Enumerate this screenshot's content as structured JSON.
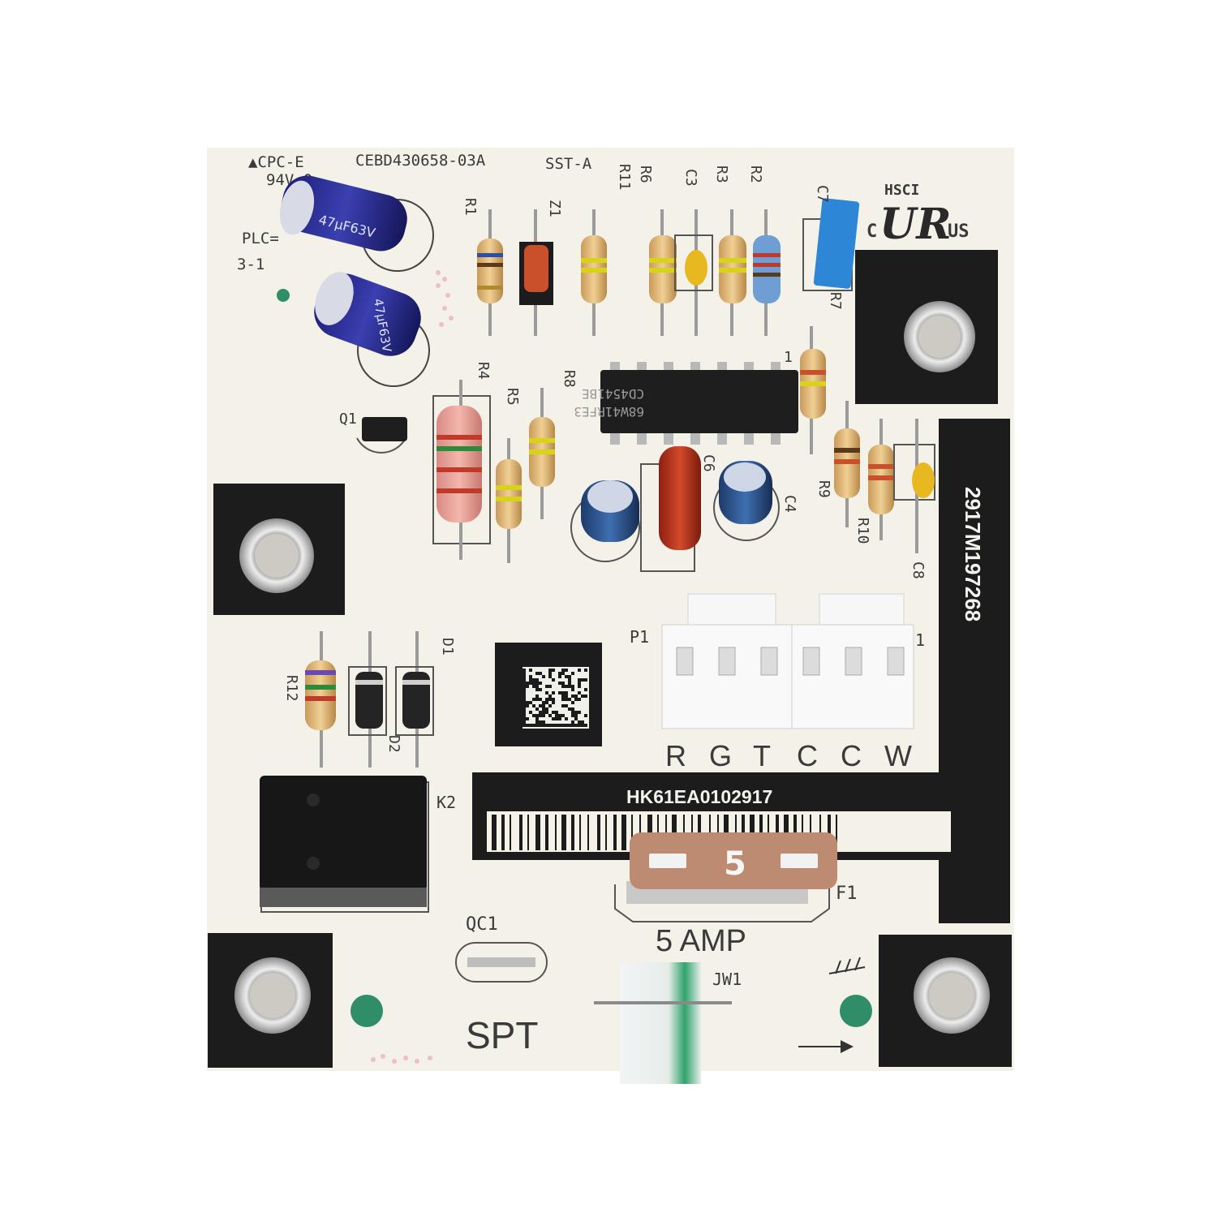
{
  "board": {
    "top_left": {
      "line1": "▲CPC-E",
      "line2": "94V-0",
      "line3": "PLC=",
      "line4": "3-1"
    },
    "part_number": "CEBD430658-03A",
    "sst": "SST-A",
    "cert": {
      "name": "HSCI",
      "c": "C",
      "us": "US"
    },
    "side_code": "2917M197268",
    "barcode_text": "HK61EA0102917",
    "terminals": [
      "R",
      "G",
      "T",
      "C",
      "C",
      "W"
    ],
    "fuse": {
      "value": "5",
      "rating": "5 AMP",
      "label": "F1"
    },
    "connector": {
      "label": "P1",
      "pin": "1"
    },
    "bottom_labels": {
      "qc": "QC1",
      "jumper": "JW1",
      "spt": "SPT"
    },
    "ic": {
      "line1": "CD4541BE",
      "line2": "68W41RFE3",
      "pin1": "1"
    },
    "capacitor_marking": "47µF63V",
    "refs": {
      "r1": "R1",
      "z1": "Z1",
      "r11": "R11",
      "r6": "R6",
      "c3": "C3",
      "r3": "R3",
      "r2": "R2",
      "c7": "C7",
      "r7": "R7",
      "r4": "R4",
      "r5": "R5",
      "r8": "R8",
      "q1": "Q1",
      "c6": "C6",
      "c4": "C4",
      "r9": "R9",
      "r10": "R10",
      "c8": "C8",
      "r12": "R12",
      "d1": "D1",
      "d2": "D2",
      "k2": "K2"
    }
  }
}
